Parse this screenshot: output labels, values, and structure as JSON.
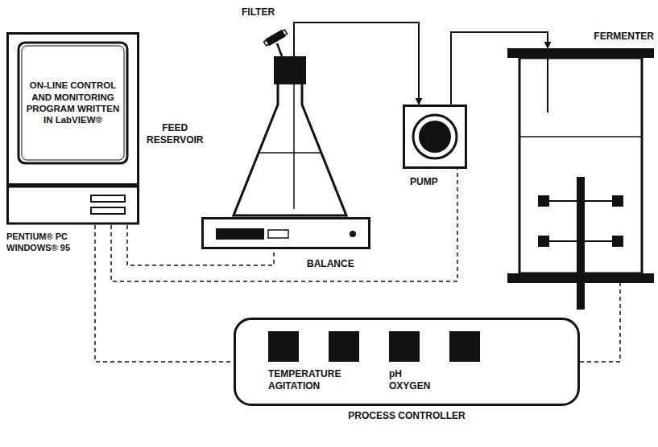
{
  "diagram": {
    "nodes": [
      {
        "text": [
          "ON-LINE CONTROL AND MONITORING PROGRAM WRITTEN IN LabVIEW®",
          "PENTIUM® PC WINDOWS® 95"
        ]
      },
      {
        "text": [
          "FEED RESERVOIR"
        ]
      },
      {
        "text": [
          "BALANCE"
        ]
      },
      {
        "text": [
          "PUMP"
        ]
      },
      {
        "text": [
          "FERMENTER"
        ]
      },
      {
        "text": [
          "TEMPERATURE AGITATION",
          "pH OXYGEN",
          "PROCESS CONTROLLER"
        ]
      }
    ],
    "edges": [
      {
        "from": 1,
        "to": 3,
        "arrow": "to"
      },
      {
        "from": 3,
        "to": 4,
        "arrow": "to"
      },
      {
        "from": 0,
        "to": 2,
        "arrow": "none"
      },
      {
        "from": 0,
        "to": 3,
        "arrow": "none"
      },
      {
        "from": 0,
        "to": 5,
        "arrow": "none"
      },
      {
        "from": 5,
        "to": 4,
        "arrow": "none"
      }
    ],
    "labels": [
      "FILTER"
    ]
  }
}
